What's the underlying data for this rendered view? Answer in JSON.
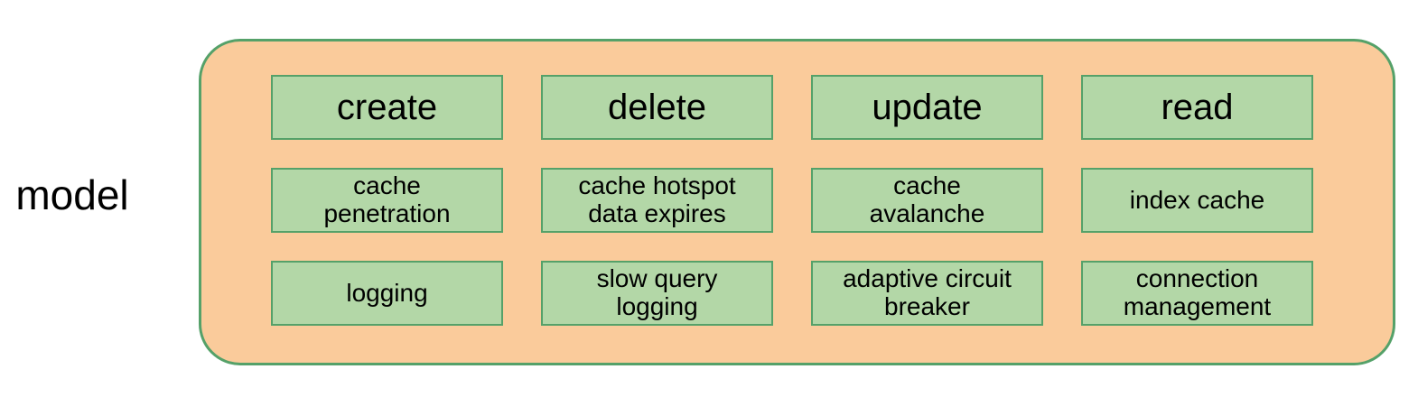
{
  "colors": {
    "container_fill": "#FACB9B",
    "box_fill": "#B3D7A7",
    "border_green": "#55A169",
    "text_color": "#000000",
    "page_bg": "#FFFFFF"
  },
  "diagram": {
    "label": "model",
    "columns": [
      {
        "header": "create",
        "cells": [
          "cache\npenetration",
          "logging"
        ]
      },
      {
        "header": "delete",
        "cells": [
          "cache hotspot\ndata expires",
          "slow query\nlogging"
        ]
      },
      {
        "header": "update",
        "cells": [
          "cache\navalanche",
          "adaptive circuit\nbreaker"
        ]
      },
      {
        "header": "read",
        "cells": [
          "index cache",
          "connection\nmanagement"
        ]
      }
    ]
  }
}
